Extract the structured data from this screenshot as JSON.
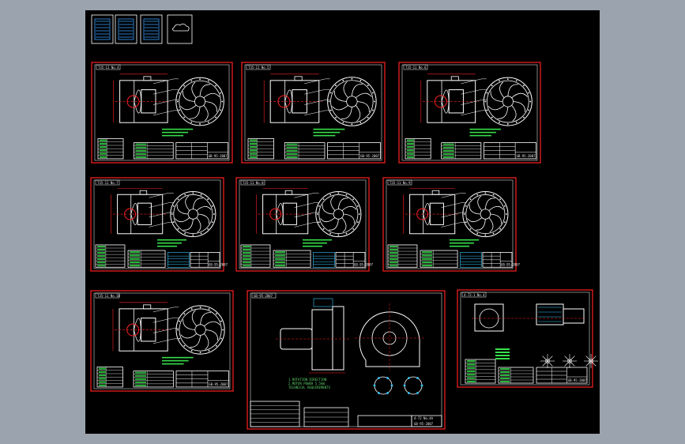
{
  "colors": {
    "background": "#9ba3ae",
    "drawing_bg": "#000000",
    "frame": "#ff2020",
    "linework": "#ffffff",
    "annotation": "#36e04a",
    "dimension": "#34c8ff",
    "accent": "#ffd700",
    "thumbnail": "#3aa0ff"
  },
  "sheets": [
    {
      "title_code": "T35-11 No.4",
      "sheet_code": "GB-95-2007"
    },
    {
      "title_code": "T35-11 No.5",
      "sheet_code": "GB-95-2007"
    },
    {
      "title_code": "T35-11 No.6",
      "sheet_code": "GB-95-2007"
    },
    {
      "title_code": "T35-11 No.7",
      "sheet_code": "GB-95-2007"
    },
    {
      "title_code": "T35-11 No.8",
      "sheet_code": "GB-95-2007"
    },
    {
      "title_code": "T35-11 No.9",
      "sheet_code": "GB-95-2007"
    },
    {
      "title_code": "T35-11 No.10",
      "sheet_code": "GB-95-2007"
    },
    {
      "title_code": "4-72-1 No.4",
      "sheet_code": "GB-95-2007"
    },
    {
      "title_code": "4-72-1 No.5",
      "sheet_code": "GB-95-2007"
    }
  ],
  "centrifugal": {
    "header": "GB-95-2007",
    "tech_notes": [
      "1.ROTATION DIRECTION",
      "2.MOTOR POWER 5.5kW",
      "TECHNICAL REQUIREMENTS"
    ],
    "footer_code": "GB-95-2007",
    "footer_sub": "4-72 No.4A"
  }
}
